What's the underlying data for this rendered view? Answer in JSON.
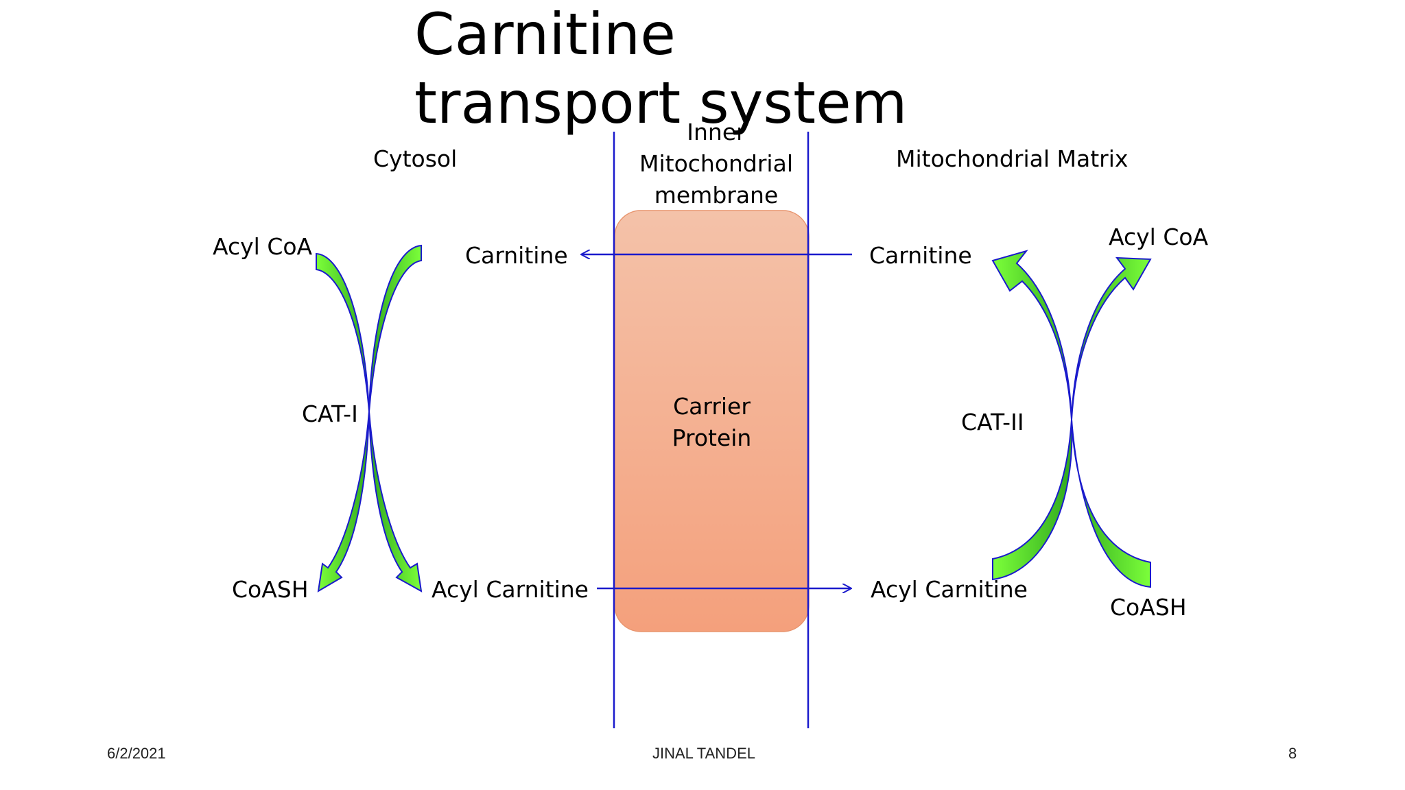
{
  "slide": {
    "title": "Carnitine transport system",
    "regions": {
      "cytosol": "Cytosol",
      "membrane": "Inner Mitochondrial membrane",
      "matrix": "Mitochondrial Matrix"
    },
    "carrier": "Carrier Protein",
    "cytosol_side": {
      "acyl_coa": "Acyl CoA",
      "carnitine": "Carnitine",
      "enzyme": "CAT-I",
      "coash": "CoASH",
      "acyl_carnitine": "Acyl Carnitine"
    },
    "matrix_side": {
      "carnitine": "Carnitine",
      "acyl_coa": "Acyl CoA",
      "enzyme": "CAT-II",
      "acyl_carnitine": "Acyl Carnitine",
      "coash": "CoASH"
    },
    "colors": {
      "line": "#1a1acc",
      "arrow_fill_light": "#7cff3a",
      "arrow_fill_dark": "#2fa81e",
      "carrier_top": "#f4c2a9",
      "carrier_bottom": "#f4a07c"
    }
  },
  "footer": {
    "date": "6/2/2021",
    "author": "JINAL TANDEL",
    "page": "8"
  }
}
